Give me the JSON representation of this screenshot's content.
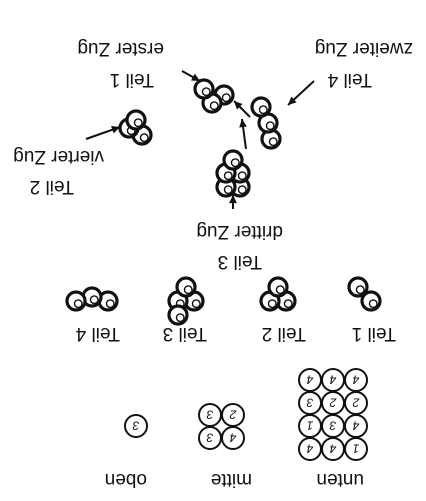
{
  "labels": {
    "unten": "unten",
    "mitte": "mitte",
    "oben": "oben",
    "teil1_row": "Teil 1",
    "teil2_row": "Teil 2",
    "teil3_row": "Teil 3",
    "teil4_row": "Teil 4",
    "teil3": "Teil 3",
    "dritter_zug": "dritter Zug",
    "teil2": "Teil 2",
    "vierter_zug": "vierter Zug",
    "teil1": "Teil 1",
    "erster_zug": "erster Zug",
    "teil4": "Teil 4",
    "zweiter_zug": "zweiter Zug"
  },
  "layers": {
    "unten": [
      "1",
      "4",
      "4",
      "4",
      "3",
      "1",
      "2",
      "2",
      "3",
      "4",
      "4",
      "4"
    ],
    "mitte": [
      "4",
      "3",
      "2",
      "3"
    ],
    "oben": [
      "3"
    ]
  },
  "colors": {
    "ink": "#111111",
    "ball_fill": "#ffffff"
  }
}
